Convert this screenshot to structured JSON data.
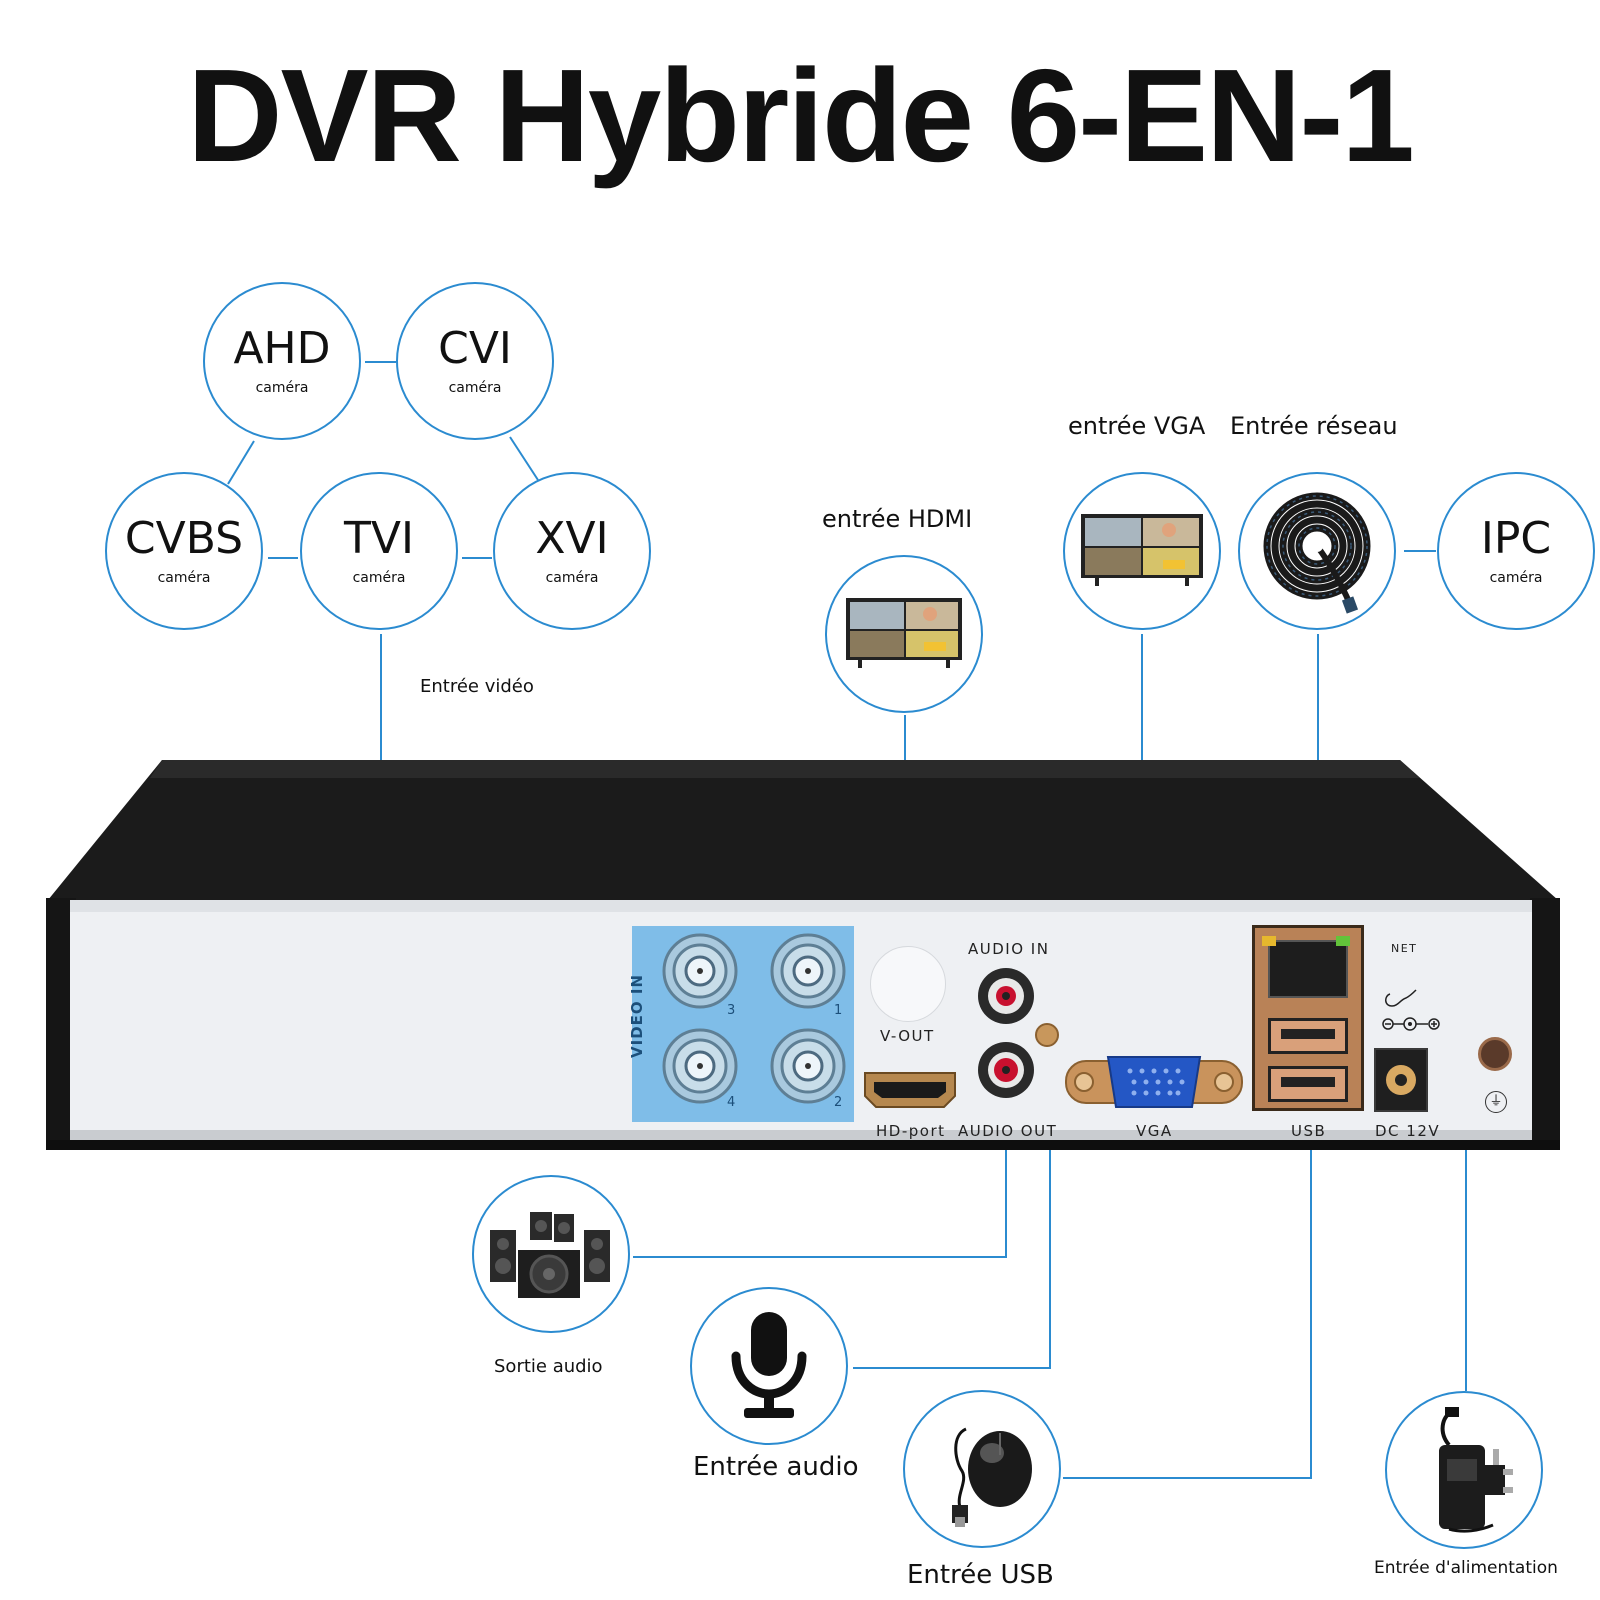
{
  "title": "DVR Hybride 6-EN-1",
  "cameras": [
    {
      "name": "AHD",
      "sub": "caméra"
    },
    {
      "name": "CVI",
      "sub": "caméra"
    },
    {
      "name": "CVBS",
      "sub": "caméra"
    },
    {
      "name": "TVI",
      "sub": "caméra"
    },
    {
      "name": "XVI",
      "sub": "caméra"
    },
    {
      "name": "IPC",
      "sub": "caméra"
    }
  ],
  "labels": {
    "video_in": "Entrée vidéo",
    "hdmi_in": "entrée HDMI",
    "vga_in": "entrée VGA",
    "network_in": "Entrée réseau",
    "audio_out": "Sortie audio",
    "audio_in": "Entrée audio",
    "usb_in": "Entrée USB",
    "power_in": "Entrée d'alimentation"
  },
  "device": {
    "video_in_panel": "VIDEO IN",
    "bnc_numbers": [
      "3",
      "1",
      "4",
      "2"
    ],
    "v_out": "V-OUT",
    "hd_port": "HD-port",
    "audio_in": "AUDIO IN",
    "audio_out": "AUDIO OUT",
    "vga": "VGA",
    "usb": "USB",
    "net": "NET",
    "dc": "DC 12V"
  },
  "colors": {
    "accent": "#2b8bd0",
    "panel_blue": "#7fbde8",
    "chassis": "#1e1e1e",
    "faceplate": "#f1f3f6"
  }
}
